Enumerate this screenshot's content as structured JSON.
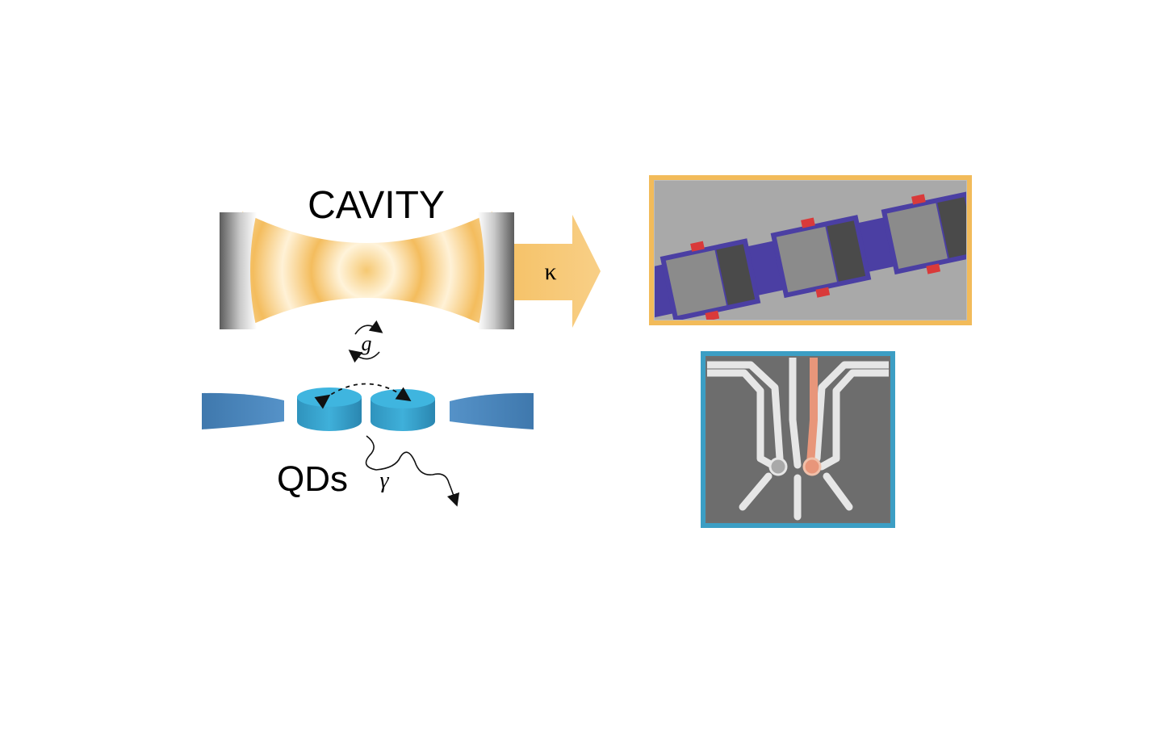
{
  "labels": {
    "cavity": "CAVITY",
    "qds": "QDs",
    "kappa": "κ",
    "coupling": "g",
    "decay": "γ"
  },
  "colors": {
    "cavity_field": "#f5c56a",
    "mirror": "#6f6f6f",
    "qd_blue": "#3aa7cf",
    "gate_blue": "#3f78ad",
    "sem_top_frame": "#f2bb5a",
    "sem_bottom_frame": "#3c9ec4",
    "sem_resonator_blue": "#4b3fa3",
    "sem_marker_red": "#d93a3a",
    "sem_gate_orange": "#e8967a"
  },
  "images": {
    "top_right": "false-colored SEM micrograph of resonator array",
    "bottom_right": "false-colored SEM micrograph of double quantum dot gates"
  }
}
